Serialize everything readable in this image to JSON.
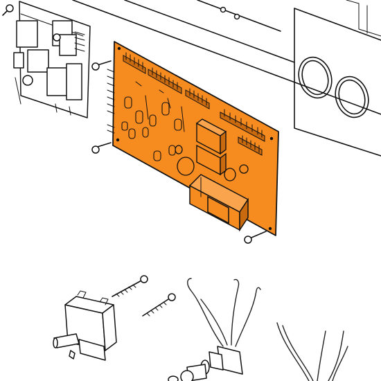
{
  "colors": {
    "highlight": "#F68B1F",
    "highlight_dark": "#C96A0F",
    "line": "#111111",
    "background": "#FFFFFF"
  },
  "parts": [
    {
      "id": "display-control-board",
      "highlighted": false
    },
    {
      "id": "main-control-board",
      "highlighted": true
    },
    {
      "id": "control-panel-housing",
      "highlighted": false
    },
    {
      "id": "rotary-selector-switch",
      "highlighted": false
    },
    {
      "id": "potentiometer-control",
      "highlighted": false
    },
    {
      "id": "wire-harness",
      "highlighted": false
    }
  ]
}
